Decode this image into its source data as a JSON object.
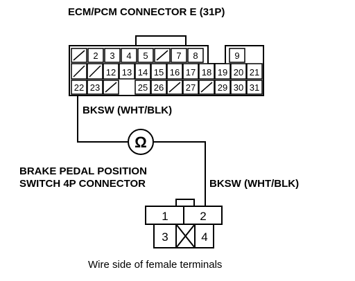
{
  "ecm_connector": {
    "title": "ECM/PCM CONNECTOR E (31P)",
    "row1": [
      "",
      "2",
      "3",
      "4",
      "5",
      "",
      "7",
      null,
      "8",
      "9"
    ],
    "row2": [
      "",
      "",
      "12",
      "13",
      "14",
      "15",
      "16",
      "17",
      "18",
      "19",
      "20",
      "21"
    ],
    "row3": [
      "22",
      "23",
      "",
      "25",
      "26",
      "",
      "27",
      "",
      "29",
      "30",
      "31"
    ],
    "wire_label": "BKSW (WHT/BLK)"
  },
  "ohmmeter": {
    "symbol": "Ω"
  },
  "switch_connector": {
    "title_line1": "BRAKE PEDAL POSITION",
    "title_line2": "SWITCH 4P CONNECTOR",
    "wire_label": "BKSW (WHT/BLK)",
    "pins_top": [
      "1",
      "2"
    ],
    "pins_bottom": [
      "3",
      "",
      "4"
    ],
    "caption": "Wire side of female terminals"
  }
}
